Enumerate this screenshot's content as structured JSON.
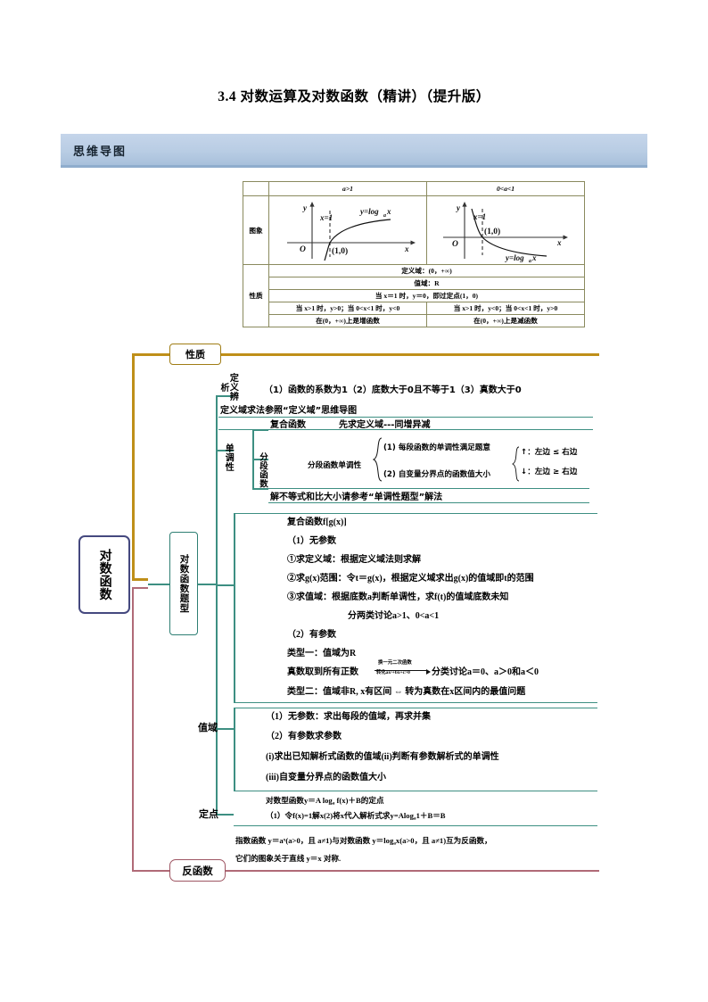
{
  "document": {
    "title": "3.4 对数运算及对数函数（精讲）（提升版）",
    "banner_label": "思维导图"
  },
  "table": {
    "row_label_graph": "图象",
    "row_label_property": "性质",
    "headers": [
      "a>1",
      "0<a<1"
    ],
    "graphs": [
      {
        "y_axis": "y",
        "x_axis": "x",
        "origin": "O",
        "dashed_label": "x=1",
        "point_label": "(1,0)",
        "curve_label": "y=log",
        "curve_sub": "a",
        "curve_tail": "x",
        "shape": "increasing"
      },
      {
        "y_axis": "y",
        "x_axis": "x",
        "origin": "O",
        "dashed_label": "x=1",
        "point_label": "(1,0)",
        "curve_label": "y=log",
        "curve_sub": "a",
        "curve_tail": "x",
        "shape": "decreasing"
      }
    ],
    "properties": [
      {
        "span": true,
        "text": "定义域：(0，+∞)"
      },
      {
        "span": true,
        "text": "值域：R"
      },
      {
        "span": true,
        "text": "当 x＝1 时，y＝0，即过定点(1，0)"
      },
      {
        "span": false,
        "left": "当 x>1 时，y>0；当 0<x<1 时，y<0",
        "right": "当 x>1 时，y<0；当 0<x<1 时，y>0"
      },
      {
        "span": false,
        "left": "在(0，+∞)上是增函数",
        "right": "在(0，+∞)上是减函数"
      }
    ]
  },
  "mindmap": {
    "center": "对数函数",
    "branches": {
      "properties": "性质",
      "problem_types": "对数函数题型",
      "inverse": "反函数"
    },
    "definition": {
      "label": "定义辨析",
      "text": "（1）函数的系数为1（2）底数大于0且不等于1（3）真数大于0"
    },
    "domain_note": "定义域求法参照“定义域”思维导图",
    "monotonic": {
      "label": "单调性",
      "composite_label": "复合函数",
      "composite_text": "先求定义域---同增异减",
      "piecewise_label": "分段函数",
      "piecewise_title": "分段函数单调性",
      "item1": "(1) 每段函数的单调性满足题意",
      "item2": "(2) 自变量分界点的函数值大小",
      "brace_up": "↑：左边 ≤ 右边",
      "brace_down": "↓：左边 ≥ 右边",
      "footer": "解不等式和比大小请参考“单调性题型”解法"
    },
    "problem_detail": {
      "heading": "复合函数f[g(x)]",
      "no_param_title": "（1）无参数",
      "step1": "①求定义域：根据定义域法则求解",
      "step2": "②求g(x)范围：令t＝g(x)，根据定义域求出g(x)的值域即t的范围",
      "step3": "③求值域：根据底数a判断单调性，求f(t)的值域底数未知",
      "step3_note": "分两类讨论a>1、0<a<1",
      "param_title": "（2）有参数",
      "type1": "类型一：值域为R",
      "type1_line": "真数取到所有正数",
      "type1_frac_top": "换一元二次函数",
      "type1_frac_bottom": "转化ax²+bx+c>0",
      "type1_result": "分类讨论a＝0、a＞0和a＜0",
      "type2": "类型二：值域非R, x有区间 ⇔ 转为真数在x区间内的最值问题"
    },
    "range": {
      "label": "值域",
      "line1": "（1）无参数：求出每段的值域，再求并集",
      "line2": "（2）有参数求参数",
      "line3": "(i)求出已知解析式函数的值域(ii)判断有参数解析式的单调性",
      "line4": "(iii)自变量分界点的函数值大小"
    },
    "fixed_point": {
      "label": "定点",
      "line1_pre": "对数型函数y＝A log",
      "line1_sub": "a",
      "line1_post": " f(x)＋B的定点",
      "line2_pre": "（1）令f(x)=1解x(2)将x代入解析式求y=Alog",
      "line2_sub": "a",
      "line2_post": "1＋B＝B"
    },
    "inverse_text": {
      "line1_a": "指数函数 y＝a",
      "line1_sup": "x",
      "line1_b": "(a>0，且 a≠1)与对数函数 y＝log",
      "line1_sub": "a",
      "line1_c": "x(a>0，且 a≠1)互为反函数，",
      "line2_a": "它们的图象关于直线 y＝x 对称."
    }
  }
}
